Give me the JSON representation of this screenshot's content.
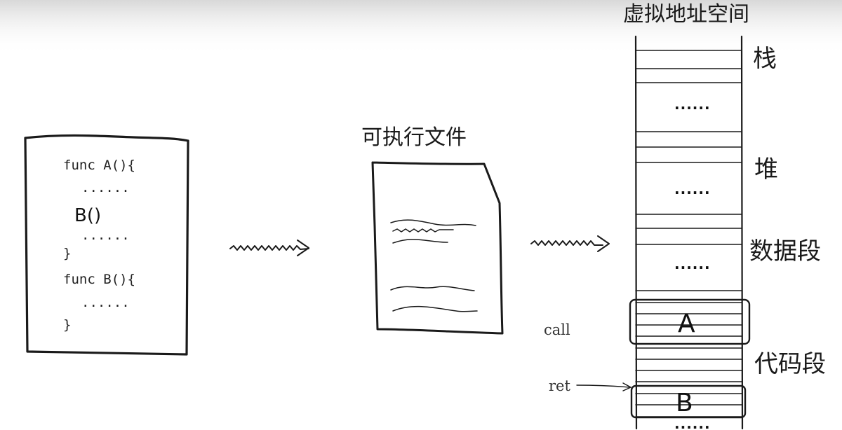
{
  "source_code": {
    "lines": [
      "func A(){",
      "......",
      "B()",
      "......",
      "}",
      "func B(){",
      "......",
      "}"
    ]
  },
  "executable": {
    "title": "可执行文件"
  },
  "virtual_memory": {
    "title": "虚拟地址空间",
    "segments": {
      "stack": "栈",
      "heap": "堆",
      "data": "数据段",
      "code": "代码段"
    },
    "ellipsis": "......",
    "block_a": "A",
    "block_b": "B"
  },
  "annotations": {
    "call": "call",
    "ret": "ret"
  }
}
